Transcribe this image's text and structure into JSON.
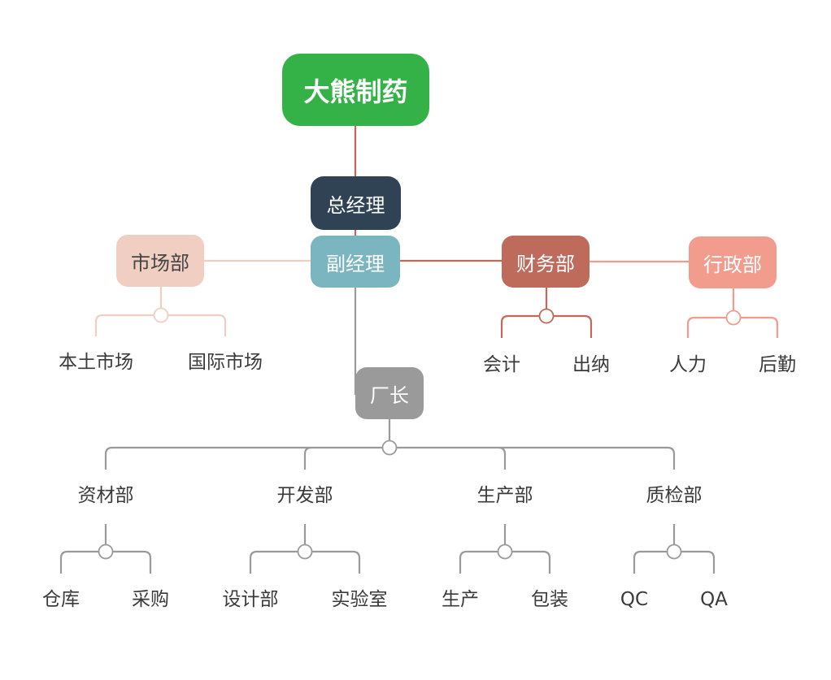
{
  "root": {
    "label": "大熊制药",
    "color": "#35b247"
  },
  "general_manager": {
    "label": "总经理",
    "color": "#2f4354"
  },
  "deputy_manager": {
    "label": "副经理",
    "color": "#7bb5c0"
  },
  "departments": {
    "market": {
      "label": "市场部",
      "color": "#f0cfc2",
      "line_color": "#f0cfc2",
      "children": [
        "本土市场",
        "国际市场"
      ]
    },
    "finance": {
      "label": "财务部",
      "color": "#bf6b5b",
      "line_color": "#bf6b5b",
      "children": [
        "会计",
        "出纳"
      ]
    },
    "admin": {
      "label": "行政部",
      "color": "#f29c8e",
      "line_color": "#f29c8e",
      "children": [
        "人力",
        "后勤"
      ]
    },
    "factory": {
      "label": "厂长",
      "color": "#9a9a9a",
      "line_color": "#9a9a9a",
      "sub_departments": [
        {
          "label": "资材部",
          "children": [
            "仓库",
            "采购"
          ]
        },
        {
          "label": "开发部",
          "children": [
            "设计部",
            "实验室"
          ]
        },
        {
          "label": "生产部",
          "children": [
            "生产",
            "包装"
          ]
        },
        {
          "label": "质检部",
          "children": [
            "QC",
            "QA"
          ]
        }
      ]
    }
  }
}
